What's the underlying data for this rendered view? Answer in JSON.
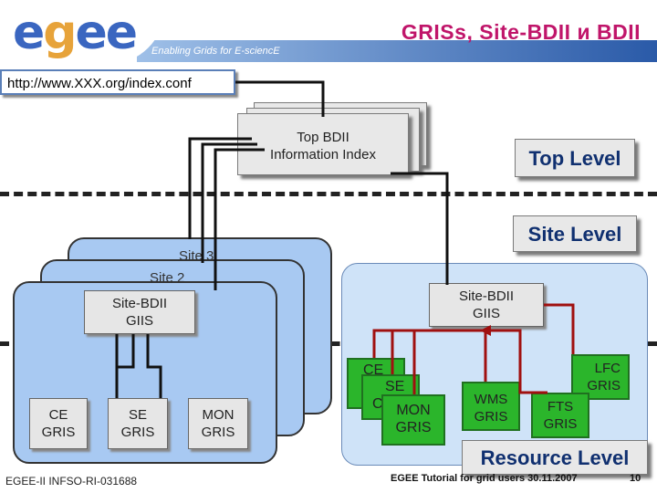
{
  "header": {
    "title": "GRISs, Site-BDII и BDII",
    "tagline": "Enabling Grids for E-sciencE",
    "logo": "egee"
  },
  "url_text": "http://www.XXX.org/index.conf",
  "top_bdii": {
    "line1": "Top BDII",
    "line2": "Information Index"
  },
  "levels": {
    "top": "Top Level",
    "site": "Site Level",
    "resource": "Resource Level"
  },
  "sites": {
    "site3": "Site 3",
    "site2": "Site 2"
  },
  "left_site_bdii": {
    "line1": "Site-BDII",
    "line2": "GIIS"
  },
  "right_site_bdii": {
    "line1": "Site-BDII",
    "line2": "GIIS"
  },
  "left_gris": [
    {
      "line1": "CE",
      "line2": "GRIS"
    },
    {
      "line1": "SE",
      "line2": "GRIS"
    },
    {
      "line1": "MON",
      "line2": "GRIS"
    }
  ],
  "right_gris": {
    "ce_stack": {
      "ce": "CE",
      "c1": "C",
      "se": "SE",
      "c2": "C",
      "mon": "MON",
      "gris": "GRIS"
    },
    "wms": {
      "line1": "WMS",
      "line2": "GRIS"
    },
    "fts": {
      "line1": "FTS",
      "line2": "GRIS"
    },
    "lfc": {
      "line1": "LFC",
      "line2": "GRIS"
    }
  },
  "footer": {
    "left": "EGEE-II INFSO-RI-031688",
    "right": "EGEE Tutorial for grid users 30.11.2007",
    "page": "10"
  },
  "colors": {
    "title": "#c0156a",
    "green": "#2bb52b",
    "arrow_red": "#a01010",
    "site_blue": "#a8c9f2"
  }
}
